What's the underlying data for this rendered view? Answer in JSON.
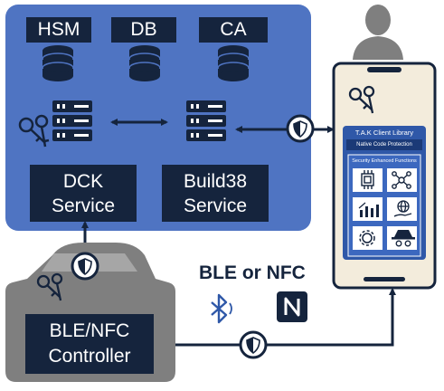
{
  "backend": {
    "hsm": "HSM",
    "db": "DB",
    "ca": "CA",
    "dck_service": [
      "DCK",
      "Service"
    ],
    "build38_service": [
      "Build38",
      "Service"
    ]
  },
  "car": {
    "controller": [
      "BLE/NFC",
      "Controller"
    ]
  },
  "connection_label": "BLE or NFC",
  "phone": {
    "library_title": "T.A.K Client Library",
    "native_protection": "Native Code Protection",
    "security_functions": "Security Enhanced Functions",
    "function_icons": [
      "chip-icon",
      "network-icon",
      "chart-bars-icon",
      "globe-hand-icon",
      "gear-icon",
      "spy-icon"
    ]
  },
  "colors": {
    "backend_bg": "#4f74c2",
    "dark_box": "#15243d",
    "car_gray": "#7f7f7f",
    "arrow": "#15243d",
    "phone_screen": "#2f58a8"
  }
}
